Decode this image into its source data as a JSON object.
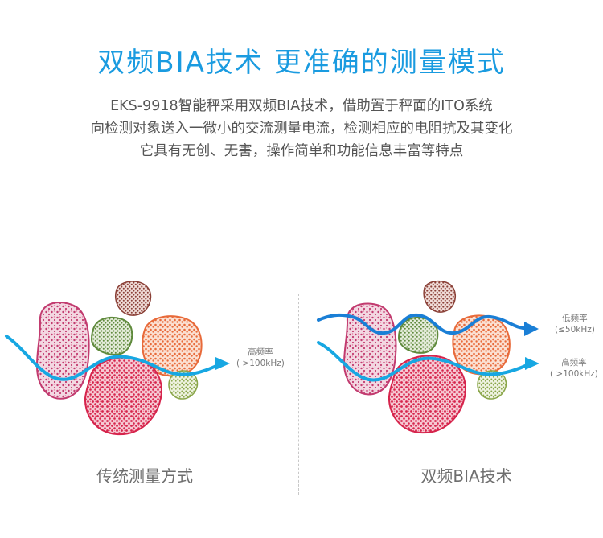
{
  "heading": {
    "title": "双频BIA技术  更准确的测量模式",
    "lines": [
      "EKS-9918智能秤采用双频BIA技术，借助置于秤面的ITO系统",
      "向检测对象送入一微小的交流测量电流，检测相应的电阻抗及其变化",
      "它具有无创、无害，操作简单和功能信息丰富等特点"
    ]
  },
  "left_panel": {
    "caption": "传统测量方式",
    "wave_label_1": "高频率",
    "wave_label_2": "( >100kHz)"
  },
  "right_panel": {
    "caption": "双频BIA技术",
    "low_label_1": "低频率",
    "low_label_2": "(≤50kHz)",
    "high_label_1": "高频率",
    "high_label_2": "( >100kHz)"
  },
  "colors": {
    "accent": "#1a9be0",
    "wave": "#17a7e2",
    "wave_low": "#1a7fd6",
    "cell_pink": "#c23b6f",
    "cell_red": "#d6244c",
    "cell_orange": "#e86a3a",
    "cell_green": "#5f8a3c",
    "cell_brown": "#8a3f36",
    "cell_olive": "#8aa64a"
  }
}
